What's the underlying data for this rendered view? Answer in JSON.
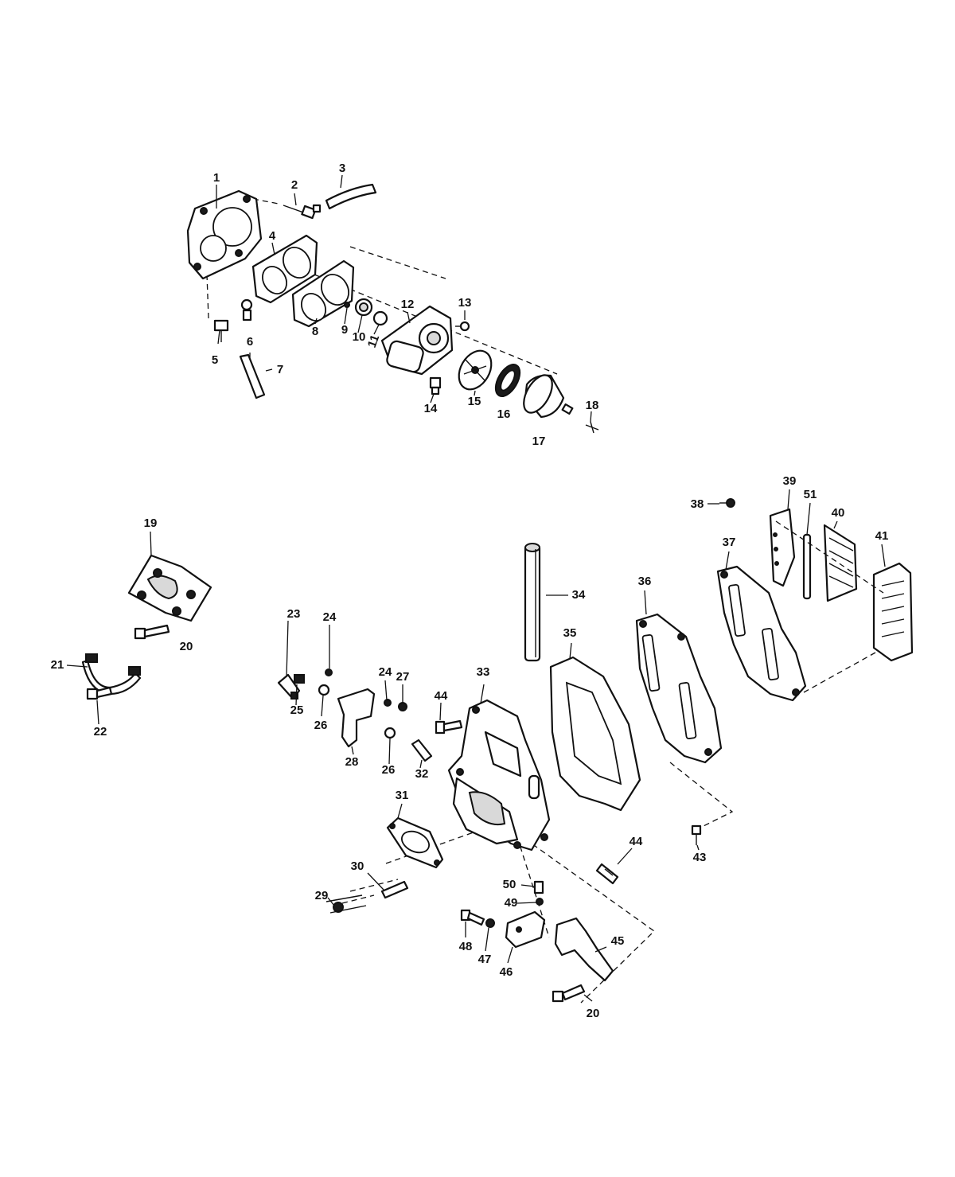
{
  "callouts": {
    "c1": "1",
    "c2": "2",
    "c3": "3",
    "c4": "4",
    "c5": "5",
    "c6": "6",
    "c7": "7",
    "c8": "8",
    "c9": "9",
    "c10": "10",
    "c11": "11",
    "c12": "12",
    "c13": "13",
    "c14": "14",
    "c15": "15",
    "c16": "16",
    "c17": "17",
    "c18": "18",
    "c19": "19",
    "c20a": "20",
    "c20b": "20",
    "c21": "21",
    "c22": "22",
    "c23": "23",
    "c24a": "24",
    "c24b": "24",
    "c25": "25",
    "c26a": "26",
    "c26b": "26",
    "c27": "27",
    "c28": "28",
    "c29": "29",
    "c30": "30",
    "c31": "31",
    "c32": "32",
    "c33": "33",
    "c34": "34",
    "c35": "35",
    "c36": "36",
    "c37": "37",
    "c38": "38",
    "c39": "39",
    "c40": "40",
    "c41": "41",
    "c43": "43",
    "c44a": "44",
    "c44b": "44",
    "c45": "45",
    "c46": "46",
    "c47": "47",
    "c48": "48",
    "c49": "49",
    "c50": "50",
    "c51": "51"
  },
  "icons": {
    "fuel_pump": "fuel-pump-assembly-icon",
    "intake_manifold": "intake-manifold-icon",
    "reed_valve": "reed-valve-assembly-icon"
  },
  "colors": {
    "ink": "#111111",
    "paper": "#ffffff"
  }
}
